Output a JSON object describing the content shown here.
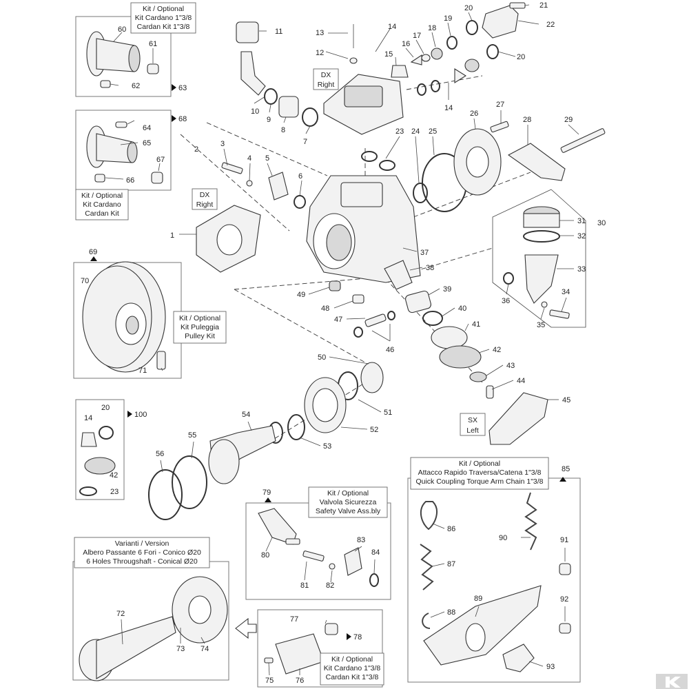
{
  "parts": {
    "p1": "1",
    "p2": "2",
    "p3": "3",
    "p4": "4",
    "p5": "5",
    "p6": "6",
    "p7": "7",
    "p8": "8",
    "p9": "9",
    "p10": "10",
    "p11": "11",
    "p12": "12",
    "p13": "13",
    "p14a": "14",
    "p14b": "14",
    "p14c": "14",
    "p15": "15",
    "p16": "16",
    "p17": "17",
    "p18": "18",
    "p19": "19",
    "p20a": "20",
    "p20b": "20",
    "p20c": "20",
    "p21": "21",
    "p22": "22",
    "p23a": "23",
    "p23b": "23",
    "p24": "24",
    "p25": "25",
    "p26": "26",
    "p27": "27",
    "p28": "28",
    "p29": "29",
    "p30": "30",
    "p31": "31",
    "p32": "32",
    "p33": "33",
    "p34": "34",
    "p35": "35",
    "p36": "36",
    "p37": "37",
    "p38": "38",
    "p39": "39",
    "p40": "40",
    "p41": "41",
    "p42a": "42",
    "p42b": "42",
    "p43": "43",
    "p44": "44",
    "p45": "45",
    "p46": "46",
    "p47": "47",
    "p48": "48",
    "p49": "49",
    "p50": "50",
    "p51": "51",
    "p52": "52",
    "p53": "53",
    "p54": "54",
    "p55": "55",
    "p56": "56",
    "p60": "60",
    "p61": "61",
    "p62": "62",
    "p63": "63",
    "p64": "64",
    "p65": "65",
    "p66": "66",
    "p67": "67",
    "p68": "68",
    "p69": "69",
    "p70": "70",
    "p71": "71",
    "p72": "72",
    "p73": "73",
    "p74": "74",
    "p75": "75",
    "p76": "76",
    "p77": "77",
    "p78": "78",
    "p79": "79",
    "p80": "80",
    "p81": "81",
    "p82": "82",
    "p83": "83",
    "p84": "84",
    "p85": "85",
    "p86": "86",
    "p87": "87",
    "p88": "88",
    "p89": "89",
    "p90": "90",
    "p91": "91",
    "p92": "92",
    "p93": "93",
    "p100": "100"
  },
  "orientation": {
    "dx_right_top": [
      "DX",
      "Right"
    ],
    "dx_right_side": [
      "DX",
      "Right"
    ],
    "sx_left": [
      "SX",
      "Left"
    ]
  },
  "kits": {
    "cardano_top": [
      "Kit / Optional",
      "Kit Cardano 1\"3/8",
      "Cardan Kit 1\"3/8"
    ],
    "cardano_mid": [
      "Kit / Optional",
      "Kit Cardano",
      "Cardan Kit"
    ],
    "pulley": [
      "Kit / Optional",
      "Kit Puleggia",
      "Pulley Kit"
    ],
    "safety_valve": [
      "Kit / Optional",
      "Valvola Sicurezza",
      "Safety Valve Ass.bly"
    ],
    "version": [
      "Varianti / Version",
      "Albero Passante 6 Fori - Conico Ø20",
      "6 Holes Througshaft - Conical Ø20"
    ],
    "cardano_bottom": [
      "Kit / Optional",
      "Kit Cardano 1\"3/8",
      "Cardan Kit 1\"3/8"
    ],
    "quick_coupling": [
      "Kit / Optional",
      "Attacco Rapido Traversa/Catena 1\"3/8",
      "Quick Coupling Torque Arm Chain 1\"3/8"
    ]
  }
}
